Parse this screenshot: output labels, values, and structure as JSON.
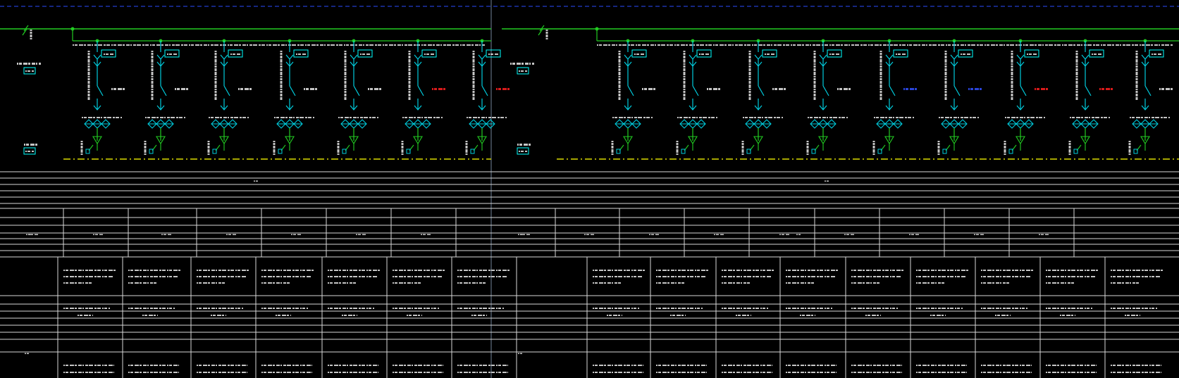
{
  "drawing": {
    "colors": {
      "background": "#000000",
      "busbar": "#22cc22",
      "breaker": "#22cc22",
      "ct": "#00ccdd",
      "label_box": "#00ffff",
      "pen_line": "#dddd00",
      "table_line": "#d8d8d8",
      "text": "#e8e8e8",
      "highlight_red": "#ff2020",
      "highlight_blue": "#3050ff",
      "top_border": "#2a4cff",
      "divider": "#5f6f80"
    },
    "panels": [
      {
        "feeders": [
          {
            "rating_color": "white"
          },
          {
            "rating_color": "white"
          },
          {
            "rating_color": "white"
          },
          {
            "rating_color": "white"
          },
          {
            "rating_color": "white"
          },
          {
            "rating_color": "red"
          },
          {
            "rating_color": "red"
          }
        ]
      },
      {
        "feeders": [
          {
            "rating_color": "white"
          },
          {
            "rating_color": "white"
          },
          {
            "rating_color": "white"
          },
          {
            "rating_color": "white"
          },
          {
            "rating_color": "blue"
          },
          {
            "rating_color": "blue"
          },
          {
            "rating_color": "red"
          },
          {
            "rating_color": "red"
          },
          {
            "rating_color": "white"
          }
        ]
      }
    ]
  }
}
